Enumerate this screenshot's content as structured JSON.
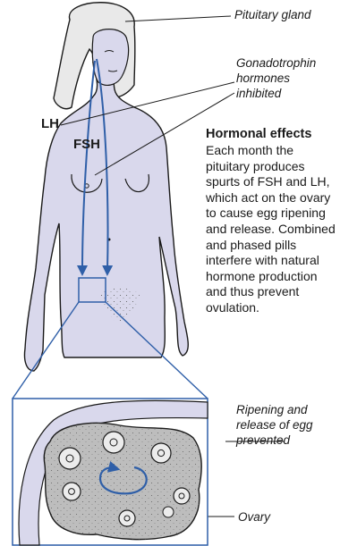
{
  "labels": {
    "pituitary_gland": "Pituitary gland",
    "gonadotrophin": "Gonadotrophin hormones inhibited",
    "lh": "LH",
    "fsh": "FSH",
    "ripening": "Ripening and release of egg prevented",
    "ovary": "Ovary"
  },
  "hormonal_effects": {
    "heading": "Hormonal effects",
    "body": "Each month the pituitary produces spurts of FSH and LH, which act on the ovary to cause egg ripening and release. Combined and phased pills interfere with natural hormone production and thus prevent ovulation."
  },
  "colors": {
    "skin": "#d9d8ec",
    "outline": "#1a1a1a",
    "arrow": "#2f5fa8",
    "ovary": "#bdbdbd"
  }
}
